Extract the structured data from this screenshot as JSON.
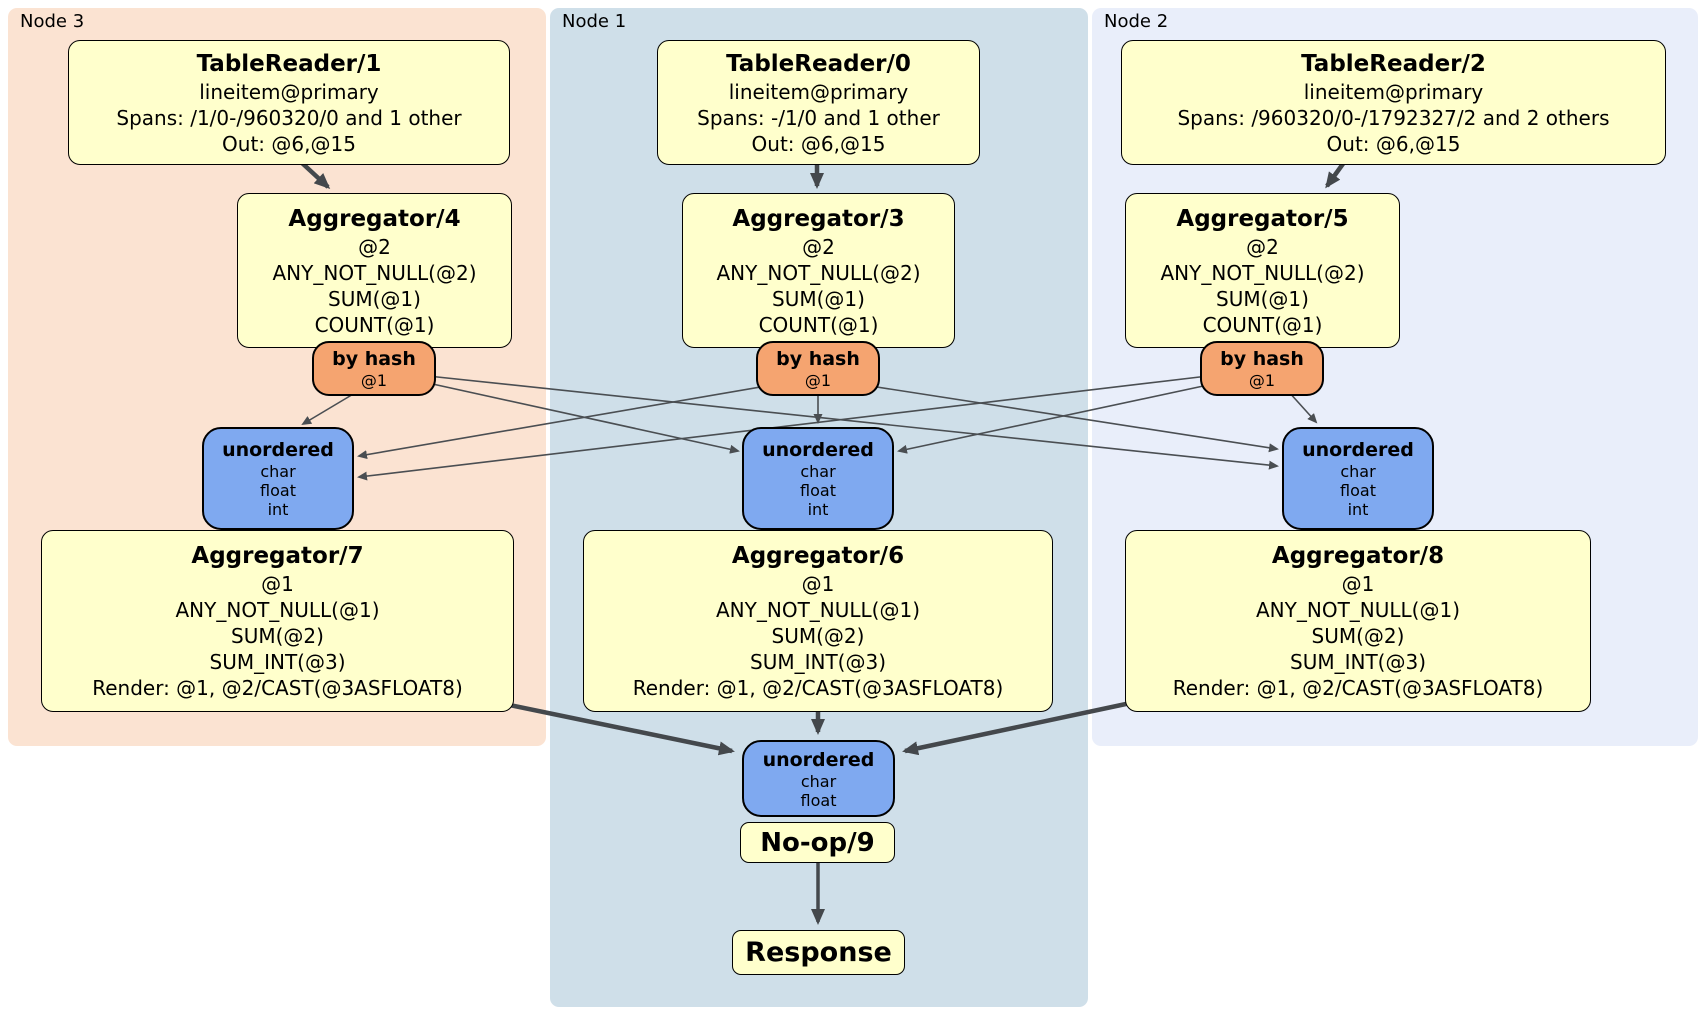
{
  "colors": {
    "panel_node3": "#fbe3d2",
    "panel_node1": "#cfdfe9",
    "panel_node2": "#e9eefa",
    "processor_box": "#ffffcc",
    "router_box": "#f5a470",
    "sync_box": "#7fa9f0",
    "edge": "#44484c",
    "text": "#000000"
  },
  "n3": {
    "label": "Node 3",
    "tr": {
      "title": "TableReader/1",
      "lines": [
        "lineitem@primary",
        "Spans: /1/0-/960320/0 and 1 other",
        "Out: @6,@15"
      ]
    },
    "agg1": {
      "title": "Aggregator/4",
      "lines": [
        "@2",
        "ANY_NOT_NULL(@2)",
        "SUM(@1)",
        "COUNT(@1)"
      ]
    },
    "router": {
      "title": "by hash",
      "lines": [
        "@1"
      ]
    },
    "sync": {
      "title": "unordered",
      "lines": [
        "char",
        "float",
        "int"
      ]
    },
    "agg2": {
      "title": "Aggregator/7",
      "lines": [
        "@1",
        "ANY_NOT_NULL(@1)",
        "SUM(@2)",
        "SUM_INT(@3)",
        "Render: @1, @2/CAST(@3ASFLOAT8)"
      ]
    }
  },
  "n1": {
    "label": "Node 1",
    "tr": {
      "title": "TableReader/0",
      "lines": [
        "lineitem@primary",
        "Spans: -/1/0 and 1 other",
        "Out: @6,@15"
      ]
    },
    "agg1": {
      "title": "Aggregator/3",
      "lines": [
        "@2",
        "ANY_NOT_NULL(@2)",
        "SUM(@1)",
        "COUNT(@1)"
      ]
    },
    "router": {
      "title": "by hash",
      "lines": [
        "@1"
      ]
    },
    "sync": {
      "title": "unordered",
      "lines": [
        "char",
        "float",
        "int"
      ]
    },
    "agg2": {
      "title": "Aggregator/6",
      "lines": [
        "@1",
        "ANY_NOT_NULL(@1)",
        "SUM(@2)",
        "SUM_INT(@3)",
        "Render: @1, @2/CAST(@3ASFLOAT8)"
      ]
    }
  },
  "n2": {
    "label": "Node 2",
    "tr": {
      "title": "TableReader/2",
      "lines": [
        "lineitem@primary",
        "Spans: /960320/0-/1792327/2 and 2 others",
        "Out: @6,@15"
      ]
    },
    "agg1": {
      "title": "Aggregator/5",
      "lines": [
        "@2",
        "ANY_NOT_NULL(@2)",
        "SUM(@1)",
        "COUNT(@1)"
      ]
    },
    "router": {
      "title": "by hash",
      "lines": [
        "@1"
      ]
    },
    "sync": {
      "title": "unordered",
      "lines": [
        "char",
        "float",
        "int"
      ]
    },
    "agg2": {
      "title": "Aggregator/8",
      "lines": [
        "@1",
        "ANY_NOT_NULL(@1)",
        "SUM(@2)",
        "SUM_INT(@3)",
        "Render: @1, @2/CAST(@3ASFLOAT8)"
      ]
    }
  },
  "final": {
    "sync": {
      "title": "unordered",
      "lines": [
        "char",
        "float"
      ]
    },
    "noop": {
      "title": "No-op/9"
    },
    "response": {
      "title": "Response"
    }
  },
  "edges": [
    {
      "from": "TableReader/1",
      "to": "Aggregator/4",
      "type": "arrow"
    },
    {
      "from": "TableReader/0",
      "to": "Aggregator/3",
      "type": "arrow"
    },
    {
      "from": "TableReader/2",
      "to": "Aggregator/5",
      "type": "arrow"
    },
    {
      "from": "by hash @1 (Node 3)",
      "to": "unordered (Node 3)",
      "type": "stream"
    },
    {
      "from": "by hash @1 (Node 3)",
      "to": "unordered (Node 1)",
      "type": "stream"
    },
    {
      "from": "by hash @1 (Node 3)",
      "to": "unordered (Node 2)",
      "type": "stream"
    },
    {
      "from": "by hash @1 (Node 1)",
      "to": "unordered (Node 3)",
      "type": "stream"
    },
    {
      "from": "by hash @1 (Node 1)",
      "to": "unordered (Node 1)",
      "type": "stream"
    },
    {
      "from": "by hash @1 (Node 1)",
      "to": "unordered (Node 2)",
      "type": "stream"
    },
    {
      "from": "by hash @1 (Node 2)",
      "to": "unordered (Node 3)",
      "type": "stream"
    },
    {
      "from": "by hash @1 (Node 2)",
      "to": "unordered (Node 1)",
      "type": "stream"
    },
    {
      "from": "by hash @1 (Node 2)",
      "to": "unordered (Node 2)",
      "type": "stream"
    },
    {
      "from": "Aggregator/7",
      "to": "unordered (final)",
      "type": "arrow"
    },
    {
      "from": "Aggregator/6",
      "to": "unordered (final)",
      "type": "arrow"
    },
    {
      "from": "Aggregator/8",
      "to": "unordered (final)",
      "type": "arrow"
    },
    {
      "from": "No-op/9",
      "to": "Response",
      "type": "arrow"
    }
  ]
}
